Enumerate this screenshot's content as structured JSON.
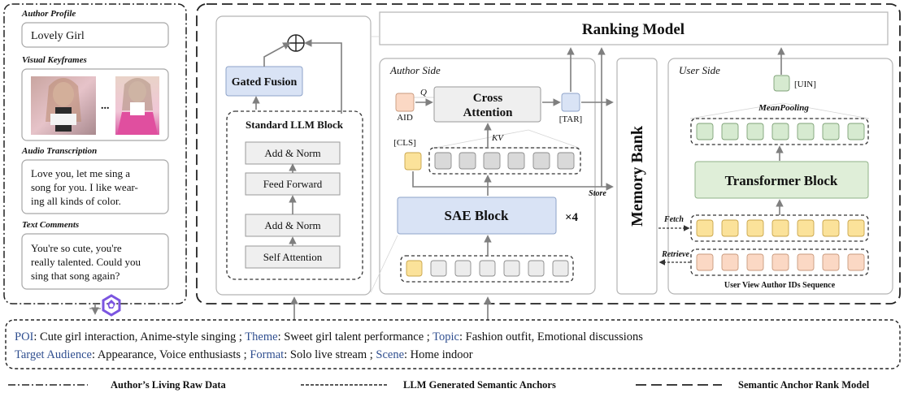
{
  "raw_data": {
    "author_profile_label": "Author Profile",
    "author_profile_value": "Lovely Girl",
    "visual_keyframes_label": "Visual Keyframes",
    "keyframes_ellipsis": "...",
    "audio_label": "Audio Transcription",
    "audio_lines": [
      "Love you, let me sing a",
      "song for you. I like wear-",
      "ing all kinds of color."
    ],
    "comments_label": "Text Comments",
    "comments_lines": [
      "You're so cute, you're",
      "really talented. Could you",
      "sing that song again?"
    ]
  },
  "llm": {
    "gated_fusion": "Gated Fusion",
    "standard_block": "Standard LLM Block",
    "layers": [
      "Add & Norm",
      "Feed Forward",
      "Add & Norm",
      "Self Attention"
    ],
    "plus": "⊕"
  },
  "ranking_model": "Ranking Model",
  "author_side": {
    "title": "Author Side",
    "q": "Q",
    "aid": "AID",
    "cross_attention": [
      "Cross",
      "Attention"
    ],
    "tar": "[TAR]",
    "cls": "[CLS]",
    "kv": "KV",
    "sae_block": "SAE Block",
    "repeat": "×4",
    "store": "Store"
  },
  "memory_bank": "Memory Bank",
  "user_side": {
    "title": "User Side",
    "uin": "[UIN]",
    "mean_pooling": "MeanPooling",
    "transformer": "Transformer Block",
    "fetch": "Fetch",
    "retrieve": "Retrieve",
    "sequence_label": "User View Author IDs Sequence"
  },
  "anchors": {
    "line1": [
      {
        "key": "POI",
        "value": "Cute girl interaction, Anime-style singing ;"
      },
      {
        "key": "Theme",
        "value": "Sweet girl talent performance ;"
      },
      {
        "key": "Topic",
        "value": "Fashion outfit, Emotional discussions"
      }
    ],
    "line2": [
      {
        "key": "Target Audience",
        "value": "Appearance, Voice enthusiasts ;"
      },
      {
        "key": "Format",
        "value": "Solo live stream ;"
      },
      {
        "key": "Scene",
        "value": "Home indoor"
      }
    ]
  },
  "legend": {
    "raw": "Author’s Living Raw Data",
    "llm": "LLM Generated Semantic Anchors",
    "rank": "Semantic Anchor Rank Model"
  },
  "colors": {
    "accent_blue": "#2f4e8f",
    "sae_fill": "#d9e3f5",
    "transformer_fill": "#dfeed8",
    "llm_icon": "#7b55e0"
  }
}
